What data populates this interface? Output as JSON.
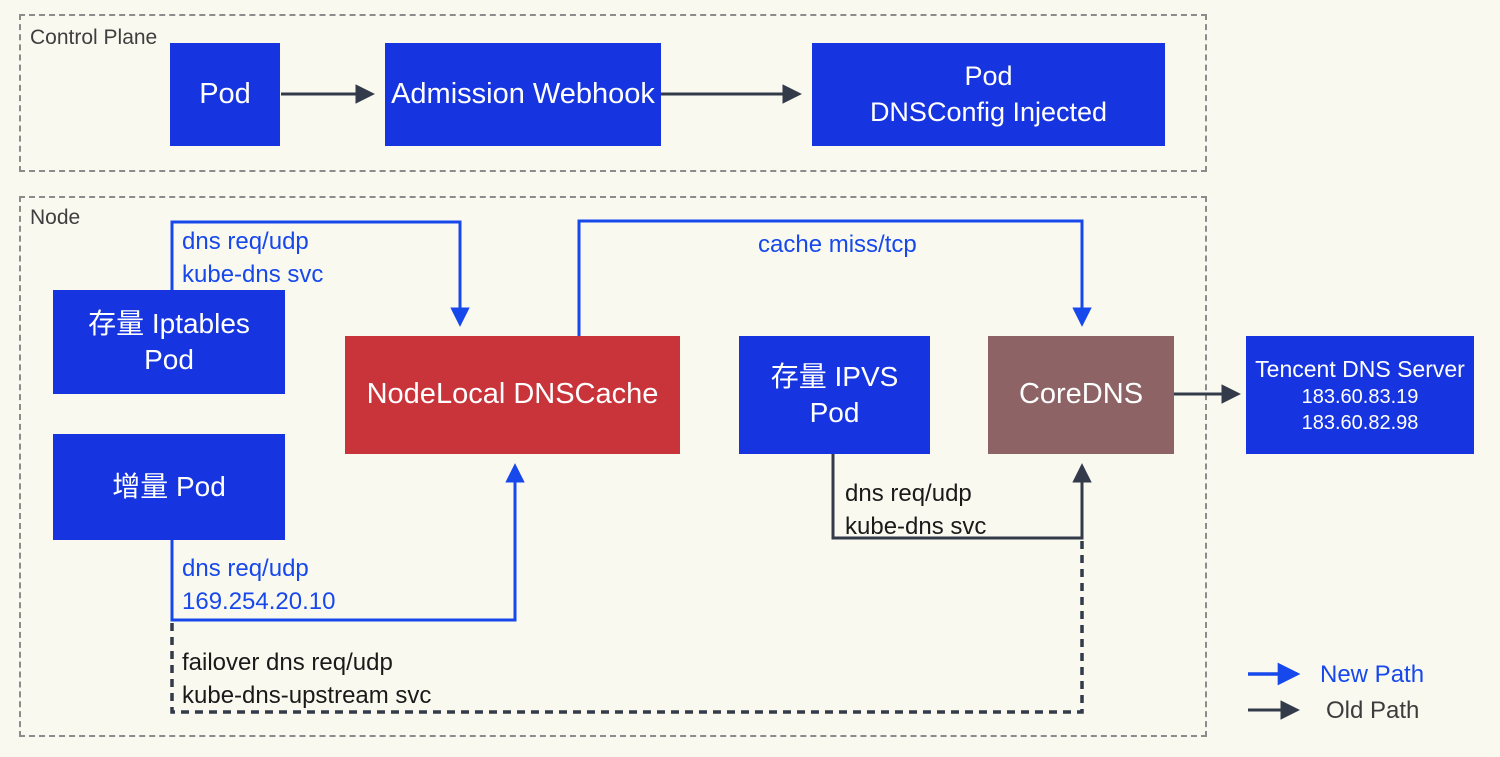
{
  "colors": {
    "background": "#FAF9F0",
    "box_blue": "#1635E0",
    "box_red": "#C9333A",
    "box_brown": "#8E6365",
    "path_blue": "#1648EB",
    "path_dark": "#333A49",
    "container_border": "#8C8C8C"
  },
  "control_plane": {
    "label": "Control Plane",
    "pod": "Pod",
    "webhook": "Admission Webhook",
    "pod_injected": [
      "Pod",
      "DNSConfig Injected"
    ]
  },
  "node": {
    "label": "Node",
    "iptables_pod": [
      "存量 Iptables",
      "Pod"
    ],
    "incremental_pod": "增量 Pod",
    "nodelocal": "NodeLocal DNSCache",
    "ipvs_pod": [
      "存量 IPVS",
      "Pod"
    ],
    "coredns": "CoreDNS"
  },
  "external": {
    "tencent": [
      "Tencent DNS Server",
      "183.60.83.19",
      "183.60.82.98"
    ]
  },
  "edges": {
    "iptables_to_nodelocal": [
      "dns req/udp",
      "kube-dns svc"
    ],
    "cache_miss": "cache miss/tcp",
    "incremental_to_nodelocal": [
      "dns req/udp",
      "169.254.20.10"
    ],
    "ipvs_to_coredns": [
      "dns req/udp",
      "kube-dns svc"
    ],
    "failover": [
      "failover dns req/udp",
      "kube-dns-upstream svc"
    ]
  },
  "legend": {
    "new_path": "New Path",
    "old_path": "Old Path"
  }
}
